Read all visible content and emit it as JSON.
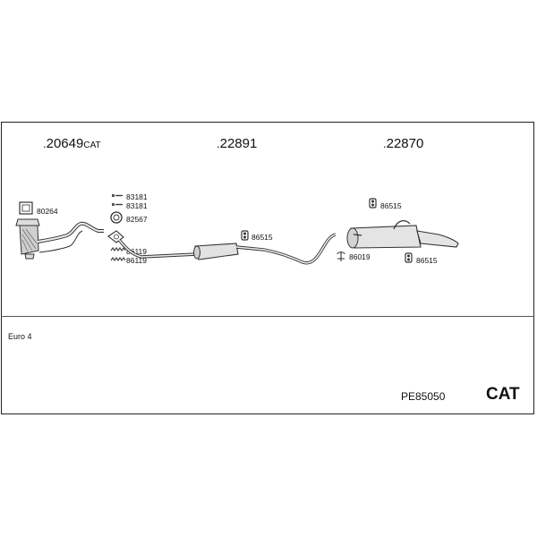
{
  "groups": [
    {
      "number": "20649",
      "suffix": "CAT"
    },
    {
      "number": "22891",
      "suffix": ""
    },
    {
      "number": "22870",
      "suffix": ""
    }
  ],
  "parts": {
    "gasket_front": "80264",
    "bolt_a": "83181",
    "bolt_b": "83181",
    "ring_gasket": "82567",
    "spring_a": "86119",
    "spring_b": "86119",
    "hanger_mid": "86515",
    "clamp": "86019",
    "hanger_rear_top": "86515",
    "hanger_rear_bottom": "86515"
  },
  "note": "Euro 4",
  "model_code": "PE85050",
  "system_type": "CAT",
  "colors": {
    "line": "#333333",
    "fill": "#e8e8e8"
  }
}
